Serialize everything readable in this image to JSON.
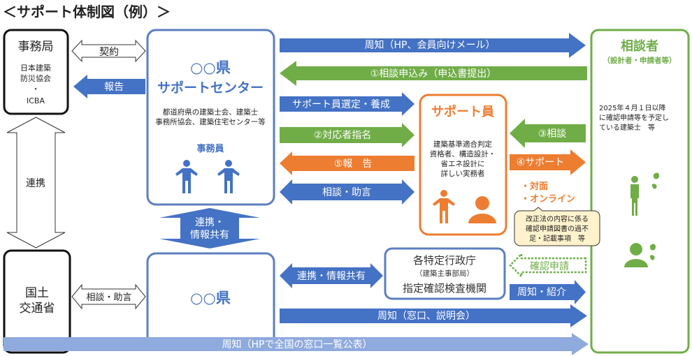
{
  "title": "＜サポート体制図（例）＞",
  "colors": {
    "blue": "#4472C4",
    "green": "#70AD47",
    "orange": "#ED7D31",
    "light_blue": "#8FAADC",
    "callout": "#FFF2CC"
  },
  "secretariat": {
    "title": "事務局",
    "lines": [
      "日本建築",
      "防災協会",
      "・",
      "ICBA"
    ]
  },
  "mlit": {
    "lines": [
      "国土",
      "交通省"
    ]
  },
  "support_center": {
    "title_lines": [
      "○○県",
      "サポートセンター"
    ],
    "desc_lines": [
      "都道府県の建築士会、建築士",
      "事務所協会、建築住宅センター等"
    ],
    "staff_label": "事務員"
  },
  "prefecture": {
    "title": "○○県"
  },
  "supporter": {
    "title": "サポート員",
    "desc_lines": [
      "建築基準適合判定",
      "資格者、構造設計・",
      "省エネ設計に",
      "詳しい実務者"
    ]
  },
  "agency": {
    "lines": [
      "各特定行政庁",
      "（建築主事部局）",
      "指定確認検査機関"
    ]
  },
  "consultant": {
    "title": "相談者",
    "subtitle": "（設計者・申請者等）",
    "desc_lines": [
      "2025年４月１日以降",
      "に確認申請等を予定し",
      "ている建築士　等"
    ]
  },
  "arrows": {
    "contract": "契約",
    "report_left": "報告",
    "cooperation_vertical": "連携",
    "mlit_advice": "相談・助言",
    "info_share_vertical": [
      "連携・",
      "情報共有"
    ],
    "notice_hp": "周知（HP、会員向けメール）",
    "apply": "①相談申込み（申込書提出）",
    "select_train": "サポート員選定・養成",
    "assign": "②対応者指名",
    "report5": "⑤報　告",
    "advice": "相談・助言",
    "consult3": "③相談",
    "support4": "④サポート",
    "info_share": "連携・情報共有",
    "confirm_apply": "確認申請",
    "notice_intro": "周知・紹介",
    "notice_window": "周知（窓口、説明会）",
    "notice_national": "周知（HPで全国の窓口一覧公表）"
  },
  "support_modes": [
    "・対面",
    "・オンライン"
  ],
  "callout_lines": [
    "改正法の内容に係る",
    "確認申請図書の過不",
    "足・記載事項　等"
  ]
}
